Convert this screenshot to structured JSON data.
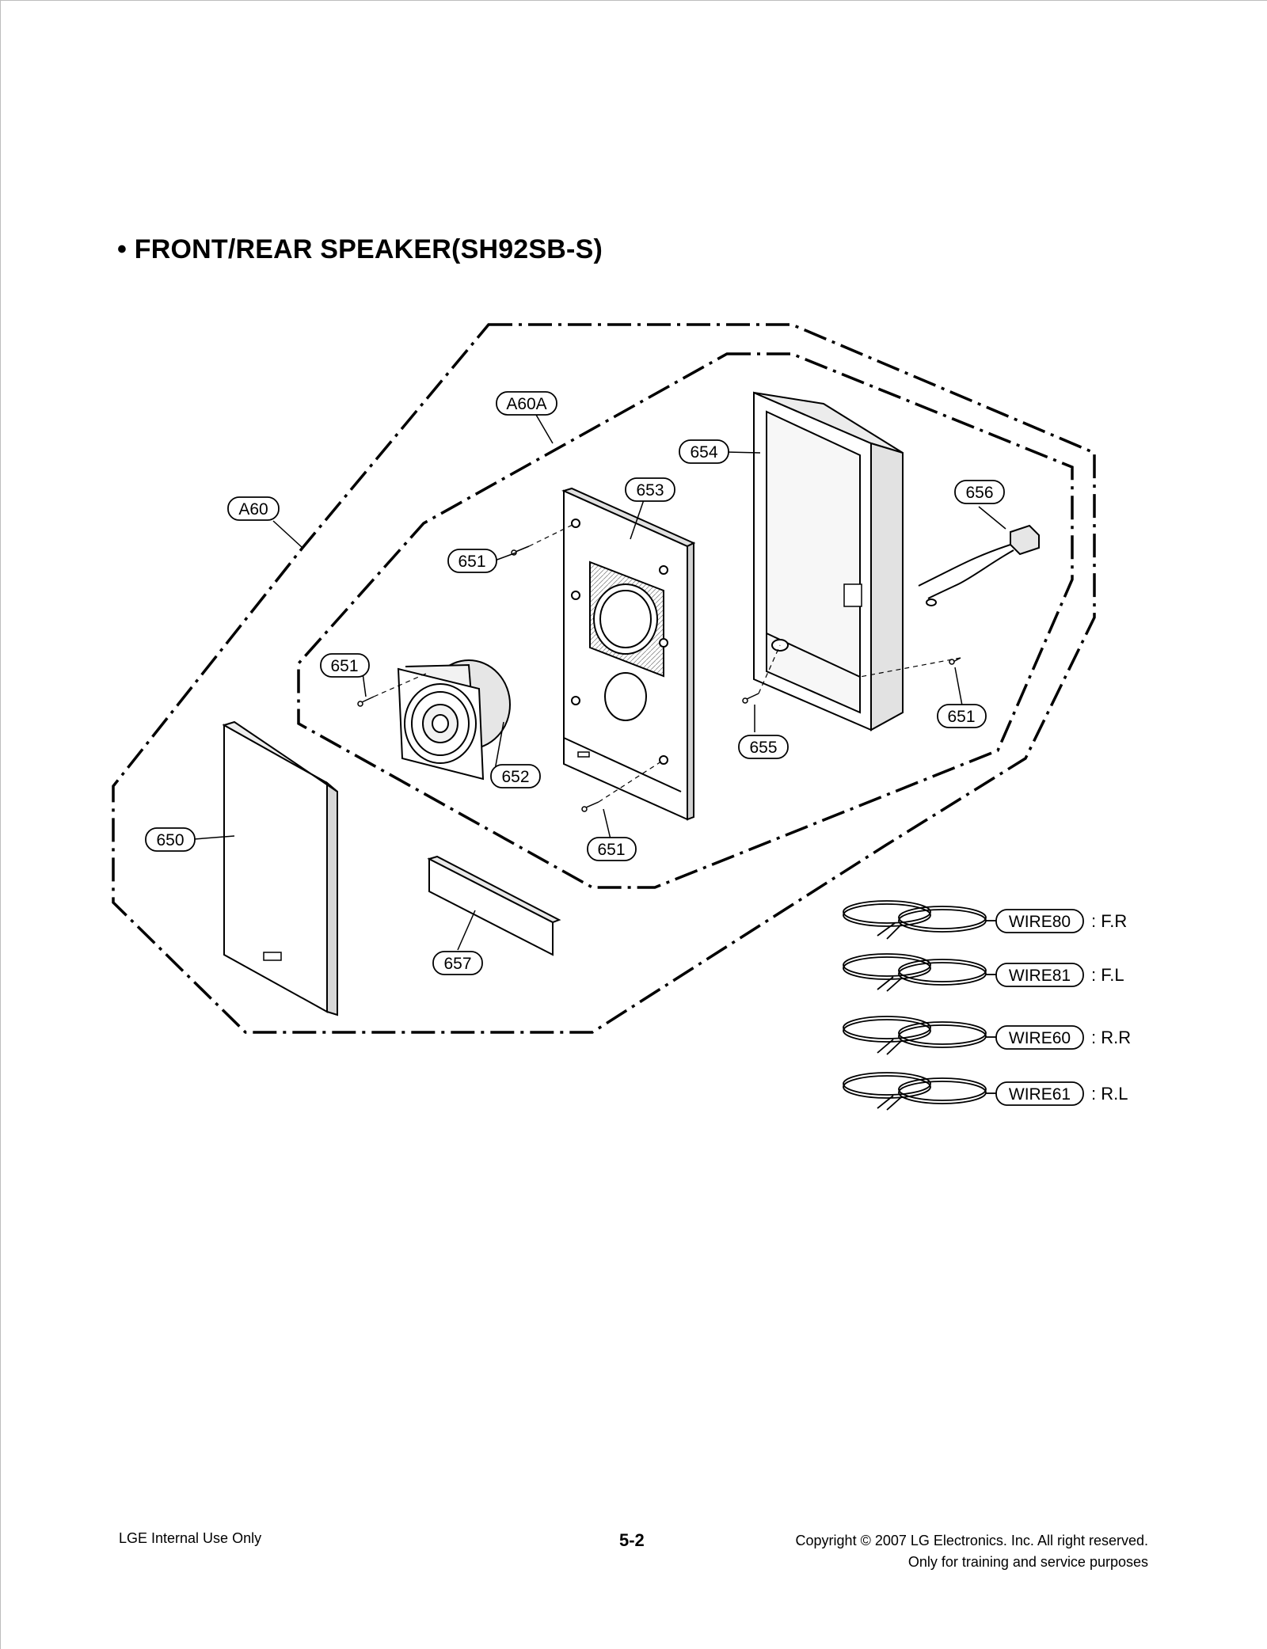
{
  "title": "• FRONT/REAR SPEAKER(SH92SB-S)",
  "callouts": {
    "a60": "A60",
    "a60a": "A60A",
    "p650": "650",
    "p651_top": "651",
    "p651_mid": "651",
    "p651_right": "651",
    "p651_bottom": "651",
    "p652": "652",
    "p653": "653",
    "p654": "654",
    "p655": "655",
    "p656": "656",
    "p657": "657"
  },
  "wires": [
    {
      "label": "WIRE80",
      "suffix": ": F.R"
    },
    {
      "label": "WIRE81",
      "suffix": ": F.L"
    },
    {
      "label": "WIRE60",
      "suffix": ": R.R"
    },
    {
      "label": "WIRE61",
      "suffix": ": R.L"
    }
  ],
  "footer": {
    "left": "LGE Internal Use Only",
    "page": "5-2",
    "copyright": "Copyright © 2007 LG Electronics. Inc. All right reserved.",
    "purpose": "Only for training and service purposes"
  }
}
